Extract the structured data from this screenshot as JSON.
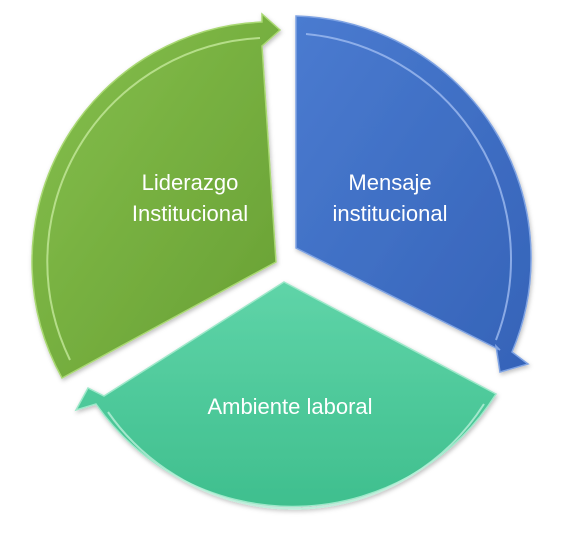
{
  "diagram": {
    "type": "cycle",
    "segments": [
      {
        "label_lines": [
          "Liderazgo",
          "Institucional"
        ],
        "color": "#76b041",
        "color_dark": "#5f9a2f"
      },
      {
        "label_lines": [
          "Mensaje",
          "institucional"
        ],
        "color": "#4472c4",
        "color_dark": "#2f5db0"
      },
      {
        "label_lines": [
          "Ambiente laboral"
        ],
        "color": "#4cc99a",
        "color_dark": "#36b384"
      }
    ]
  }
}
